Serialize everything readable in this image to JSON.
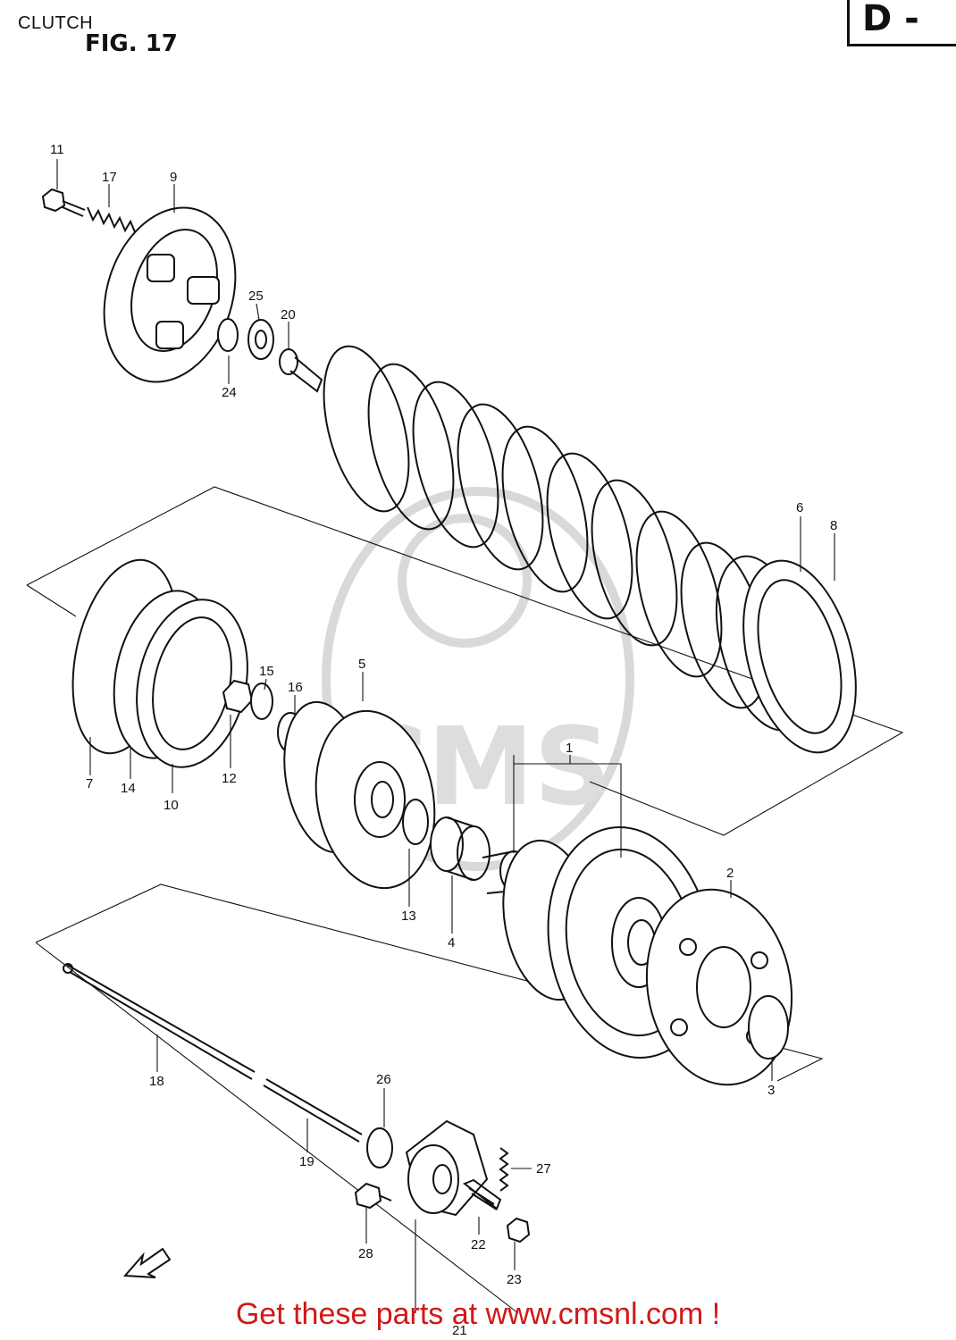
{
  "caption": "CLUTCH",
  "figure_title": "FIG. 17",
  "sheet_code": "D -",
  "watermark_text": "CMS",
  "footer_link": "Get these parts at www.cmsnl.com !",
  "callouts": [
    "11",
    "17",
    "9",
    "25",
    "20",
    "24",
    "6",
    "8",
    "7",
    "14",
    "10",
    "15",
    "16",
    "12",
    "5",
    "1",
    "13",
    "4",
    "2",
    "3",
    "18",
    "26",
    "19",
    "27",
    "28",
    "22",
    "23",
    "21"
  ],
  "icons": [
    "front-direction-arrow-icon",
    "cms-watermark-logo"
  ]
}
